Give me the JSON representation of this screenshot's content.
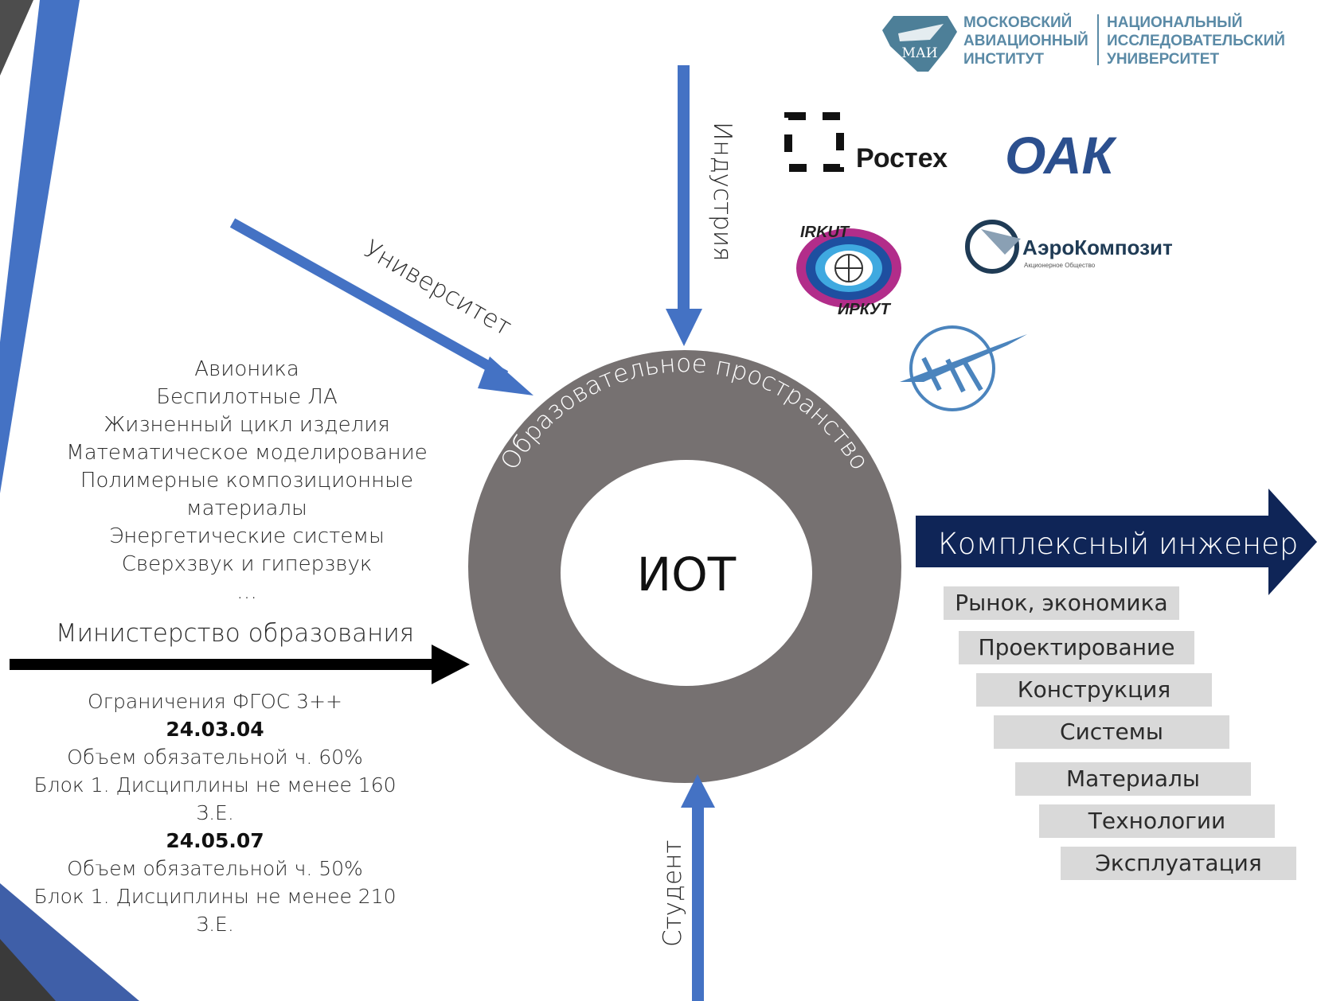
{
  "university": {
    "emblem": "МАИ",
    "name_left": [
      "МОСКОВСКИЙ",
      "АВИАЦИОННЫЙ",
      "ИНСТИТУТ"
    ],
    "name_right": [
      "НАЦИОНАЛЬНЫЙ",
      "ИССЛЕДОВАТЕЛЬСКИЙ",
      "УНИВЕРСИТЕТ"
    ]
  },
  "arrows": {
    "university": "Университет",
    "industry": "Индустрия",
    "student": "Студент",
    "ministry": "Министерство образования"
  },
  "center": {
    "ring_label": "Образовательное пространство",
    "core_label": "ИОТ"
  },
  "directions": [
    "Авионика",
    "Беспилотные ЛА",
    "Жизненный цикл изделия",
    "Математическое моделирование",
    "Полимерные композиционные материалы",
    "Энергетические системы",
    "Сверхзвук и гиперзвук",
    "…"
  ],
  "fgos": {
    "title": "Ограничения ФГОС 3++",
    "code1": "24.03.04",
    "code1_share": "Объем обязательной ч. 60%",
    "code1_block": "Блок 1. Дисциплины  не менее 160 З.Е.",
    "code2": "24.05.07",
    "code2_share": "Объем обязательной ч. 50%",
    "code2_block": "Блок 1. Дисциплины  не менее 210 З.Е."
  },
  "outcome": {
    "title": "Комплексный инженер",
    "skills": [
      "Рынок, экономика",
      "Проектирование",
      "Конструкция",
      "Системы",
      "Материалы",
      "Технологии",
      "Эксплуатация"
    ]
  },
  "partners": {
    "rostec": "Ростех",
    "uac": "ОАК",
    "irkut_top": "IRKUT",
    "irkut_bottom": "ИРКУТ",
    "aerocomposite": "АэроКомпозит",
    "aerocomposite_sub": "Акционерное Общество"
  },
  "colors": {
    "blue_arrow": "#4472c4",
    "ring": "#767171",
    "navy": "#0f2557",
    "skill_box": "#d9d9d9"
  }
}
